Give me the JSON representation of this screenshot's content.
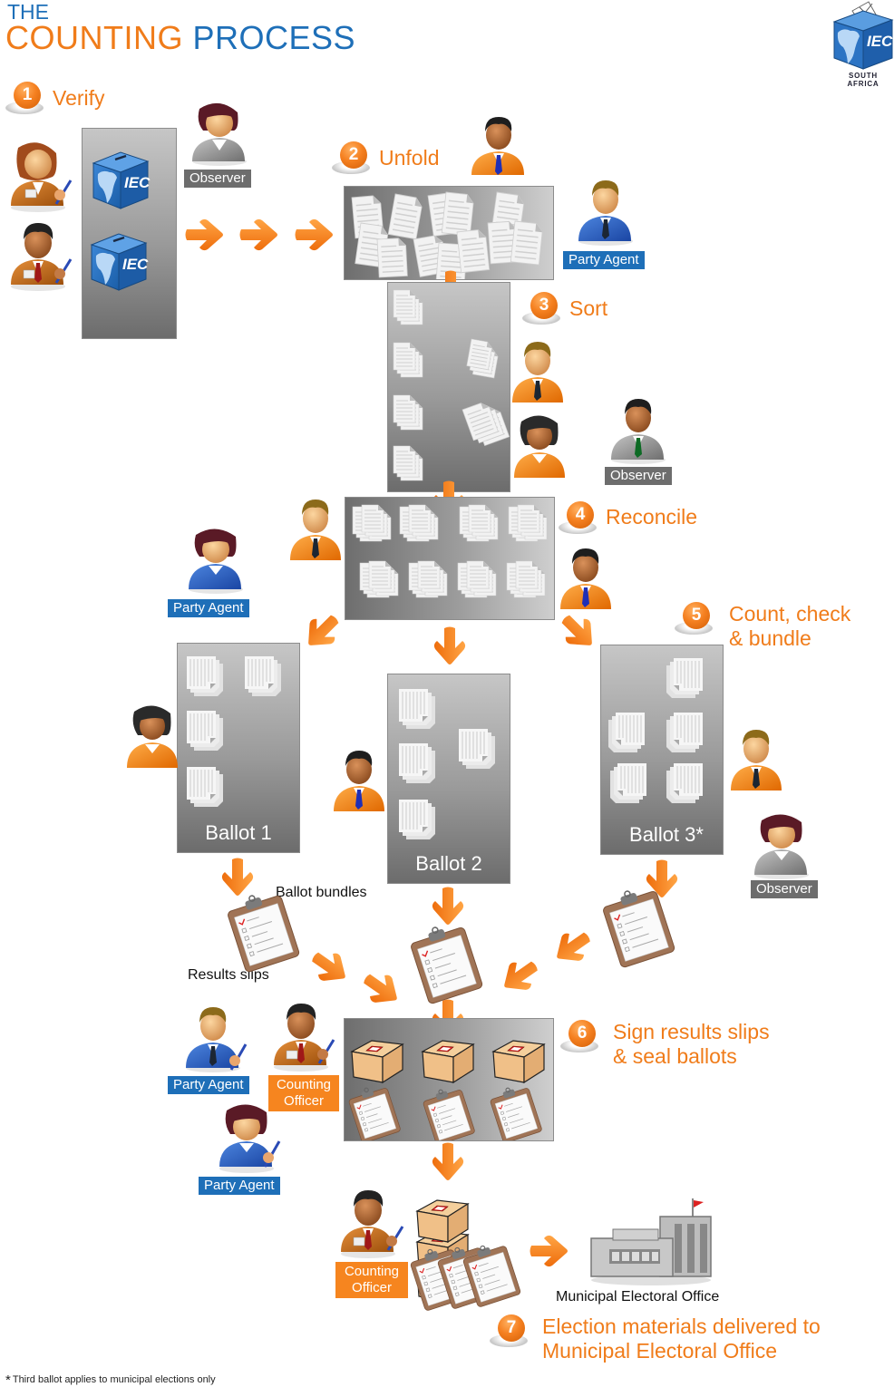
{
  "title": {
    "line1": "THE",
    "line2_part1": "COUNTING",
    "line2_part2": "PROCESS"
  },
  "logo": {
    "box_text": "IEC",
    "country": "SOUTH AFRICA"
  },
  "colors": {
    "orange": "#f07c1a",
    "blue": "#1e6fb8",
    "observer_gray": "#6d6d6d",
    "officer_orange": "#f6851f"
  },
  "steps": [
    {
      "number": "1",
      "label": "Verify"
    },
    {
      "number": "2",
      "label": "Unfold"
    },
    {
      "number": "3",
      "label": "Sort"
    },
    {
      "number": "4",
      "label": "Reconcile"
    },
    {
      "number": "5",
      "label_line1": "Count, check",
      "label_line2": "& bundle"
    },
    {
      "number": "6",
      "label_line1": "Sign results slips",
      "label_line2": "& seal ballots"
    },
    {
      "number": "7",
      "label_line1": "Election materials delivered to",
      "label_line2": "Municipal Electoral Office"
    }
  ],
  "roles": {
    "observer": "Observer",
    "party_agent": "Party Agent",
    "counting_officer_line1": "Counting",
    "counting_officer_line2": "Officer"
  },
  "ballot_boxes": {
    "label": "IEC"
  },
  "ballots": [
    {
      "label": "Ballot 1"
    },
    {
      "label": "Ballot 2"
    },
    {
      "label": "Ballot 3*"
    }
  ],
  "captions": {
    "ballot_bundles": "Ballot bundles",
    "results_slips": "Results slips",
    "municipal_office": "Municipal Electoral Office"
  },
  "footnote": {
    "star": "*",
    "text": "Third ballot applies to municipal elections only"
  }
}
